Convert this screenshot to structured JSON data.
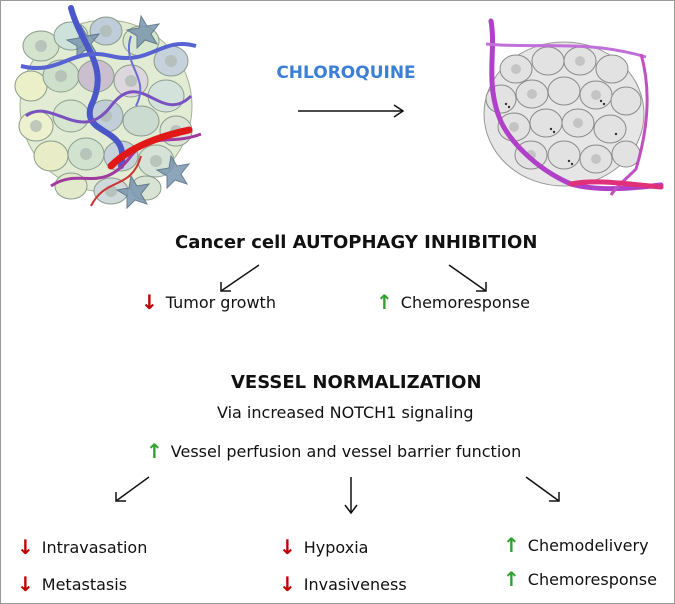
{
  "drug_label": "CHLOROQUINE",
  "colors": {
    "drug": "#3b7fd6",
    "down_arrow": "#c00000",
    "up_arrow": "#2ea12e",
    "vessel_before_blue": "#4a57c9",
    "vessel_before_red": "#e01818",
    "vessel_after": "#b040c8"
  },
  "icons": {
    "decrease": "down-arrow-icon",
    "increase": "up-arrow-icon",
    "decrease_glyph": "↓",
    "increase_glyph": "↑"
  },
  "autophagy": {
    "heading": "Cancer cell AUTOPHAGY INHIBITION",
    "effects": [
      {
        "direction": "down",
        "text": "Tumor growth"
      },
      {
        "direction": "up",
        "text": "Chemoresponse"
      }
    ]
  },
  "vessel": {
    "heading": "VESSEL NORMALIZATION",
    "subheading": "Via increased NOTCH1 signaling",
    "main_effect": {
      "direction": "up",
      "text": "Vessel perfusion and vessel barrier function"
    },
    "outcomes": [
      {
        "direction": "down",
        "text": "Intravasation"
      },
      {
        "direction": "down",
        "text": "Metastasis"
      },
      {
        "direction": "down",
        "text": "Hypoxia"
      },
      {
        "direction": "down",
        "text": "Invasiveness"
      },
      {
        "direction": "up",
        "text": "Chemodelivery"
      },
      {
        "direction": "up",
        "text": "Chemoresponse"
      }
    ]
  }
}
